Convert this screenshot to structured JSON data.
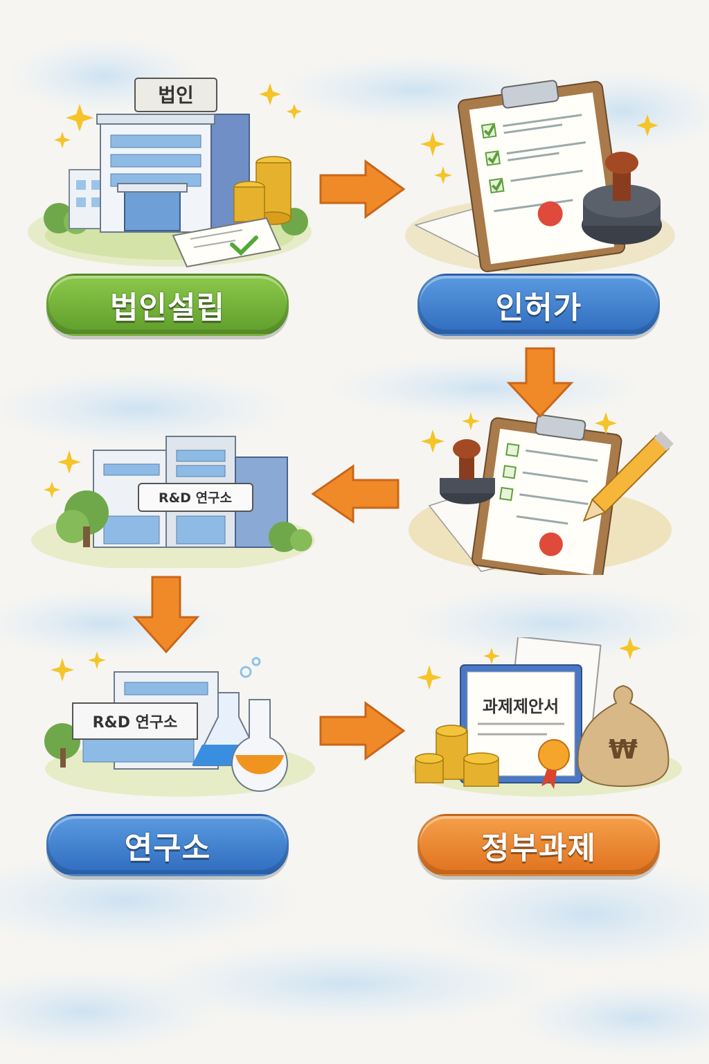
{
  "steps": [
    {
      "label": "법인설립",
      "sign": "법인",
      "color": "#6aab34"
    },
    {
      "label": "인허가",
      "color": "#3b7bd0"
    },
    {
      "label": "",
      "sign": "R&D 연구소"
    },
    {
      "label": "연구소",
      "sign": "R&D 연구소",
      "color": "#3b7bd0"
    },
    {
      "label": "정부과제",
      "document_title": "과제제안서",
      "bag_symbol": "₩",
      "color": "#e8832e"
    }
  ],
  "arrow_color": "#f08a28"
}
